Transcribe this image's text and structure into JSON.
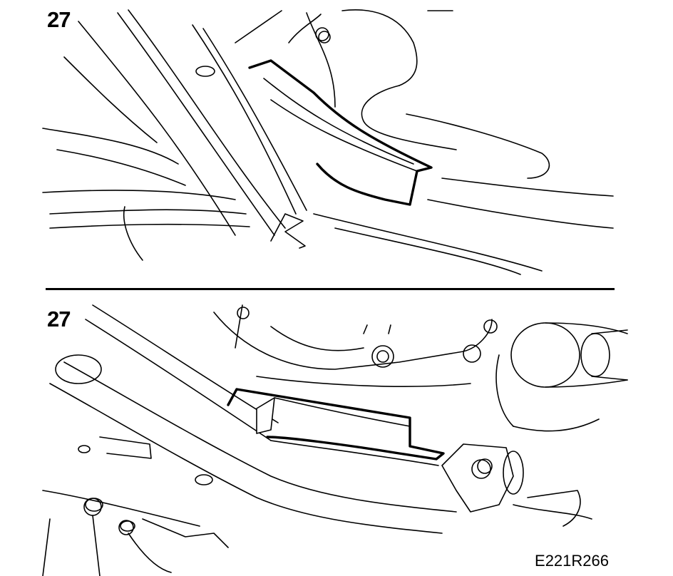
{
  "top_panel": {
    "step_label": "27"
  },
  "bottom_panel": {
    "step_label": "27"
  },
  "figure_reference": "E221R266"
}
